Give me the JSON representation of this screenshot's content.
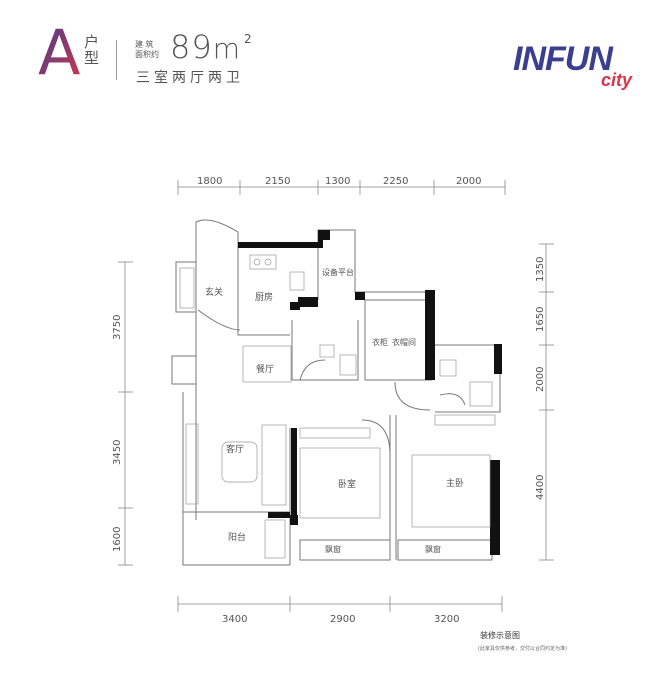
{
  "header": {
    "unit_letter": "A",
    "unit_type_line1": "户",
    "unit_type_line2": "型",
    "area_label_line1": "建 筑",
    "area_label_line2": "面积约",
    "area_value": "89",
    "area_unit": "m",
    "area_superscript": "2",
    "layout": "三室两厅两卫",
    "brand_colors": {
      "a_gradient_start": "#3b3f91",
      "a_gradient_end": "#d8344a"
    }
  },
  "logo": {
    "main": "INFUN",
    "sub": "city",
    "main_color": "#3a3f8f",
    "sub_color": "#d9344b"
  },
  "dimensions": {
    "top": [
      "1800",
      "2150",
      "1300",
      "2250",
      "2000"
    ],
    "bottom": [
      "3400",
      "2900",
      "3200"
    ],
    "left": [
      "3750",
      "3450",
      "1600"
    ],
    "right": [
      "1350",
      "1650",
      "2000",
      "4400"
    ]
  },
  "rooms": {
    "entry": "玄关",
    "kitchen": "厨房",
    "service_balcony": "设备平台",
    "dining": "餐厅",
    "living": "客厅",
    "balcony": "阳台",
    "bedroom_left": "卧室",
    "bedroom_right": "主卧",
    "wardrobe": "衣柜",
    "cloakroom": "衣帽间",
    "bay_left": "飘窗",
    "bay_right": "飘窗"
  },
  "caption": {
    "title": "装修示意图",
    "note": "(此家具仅供参考，交付以合同约定为准)"
  }
}
